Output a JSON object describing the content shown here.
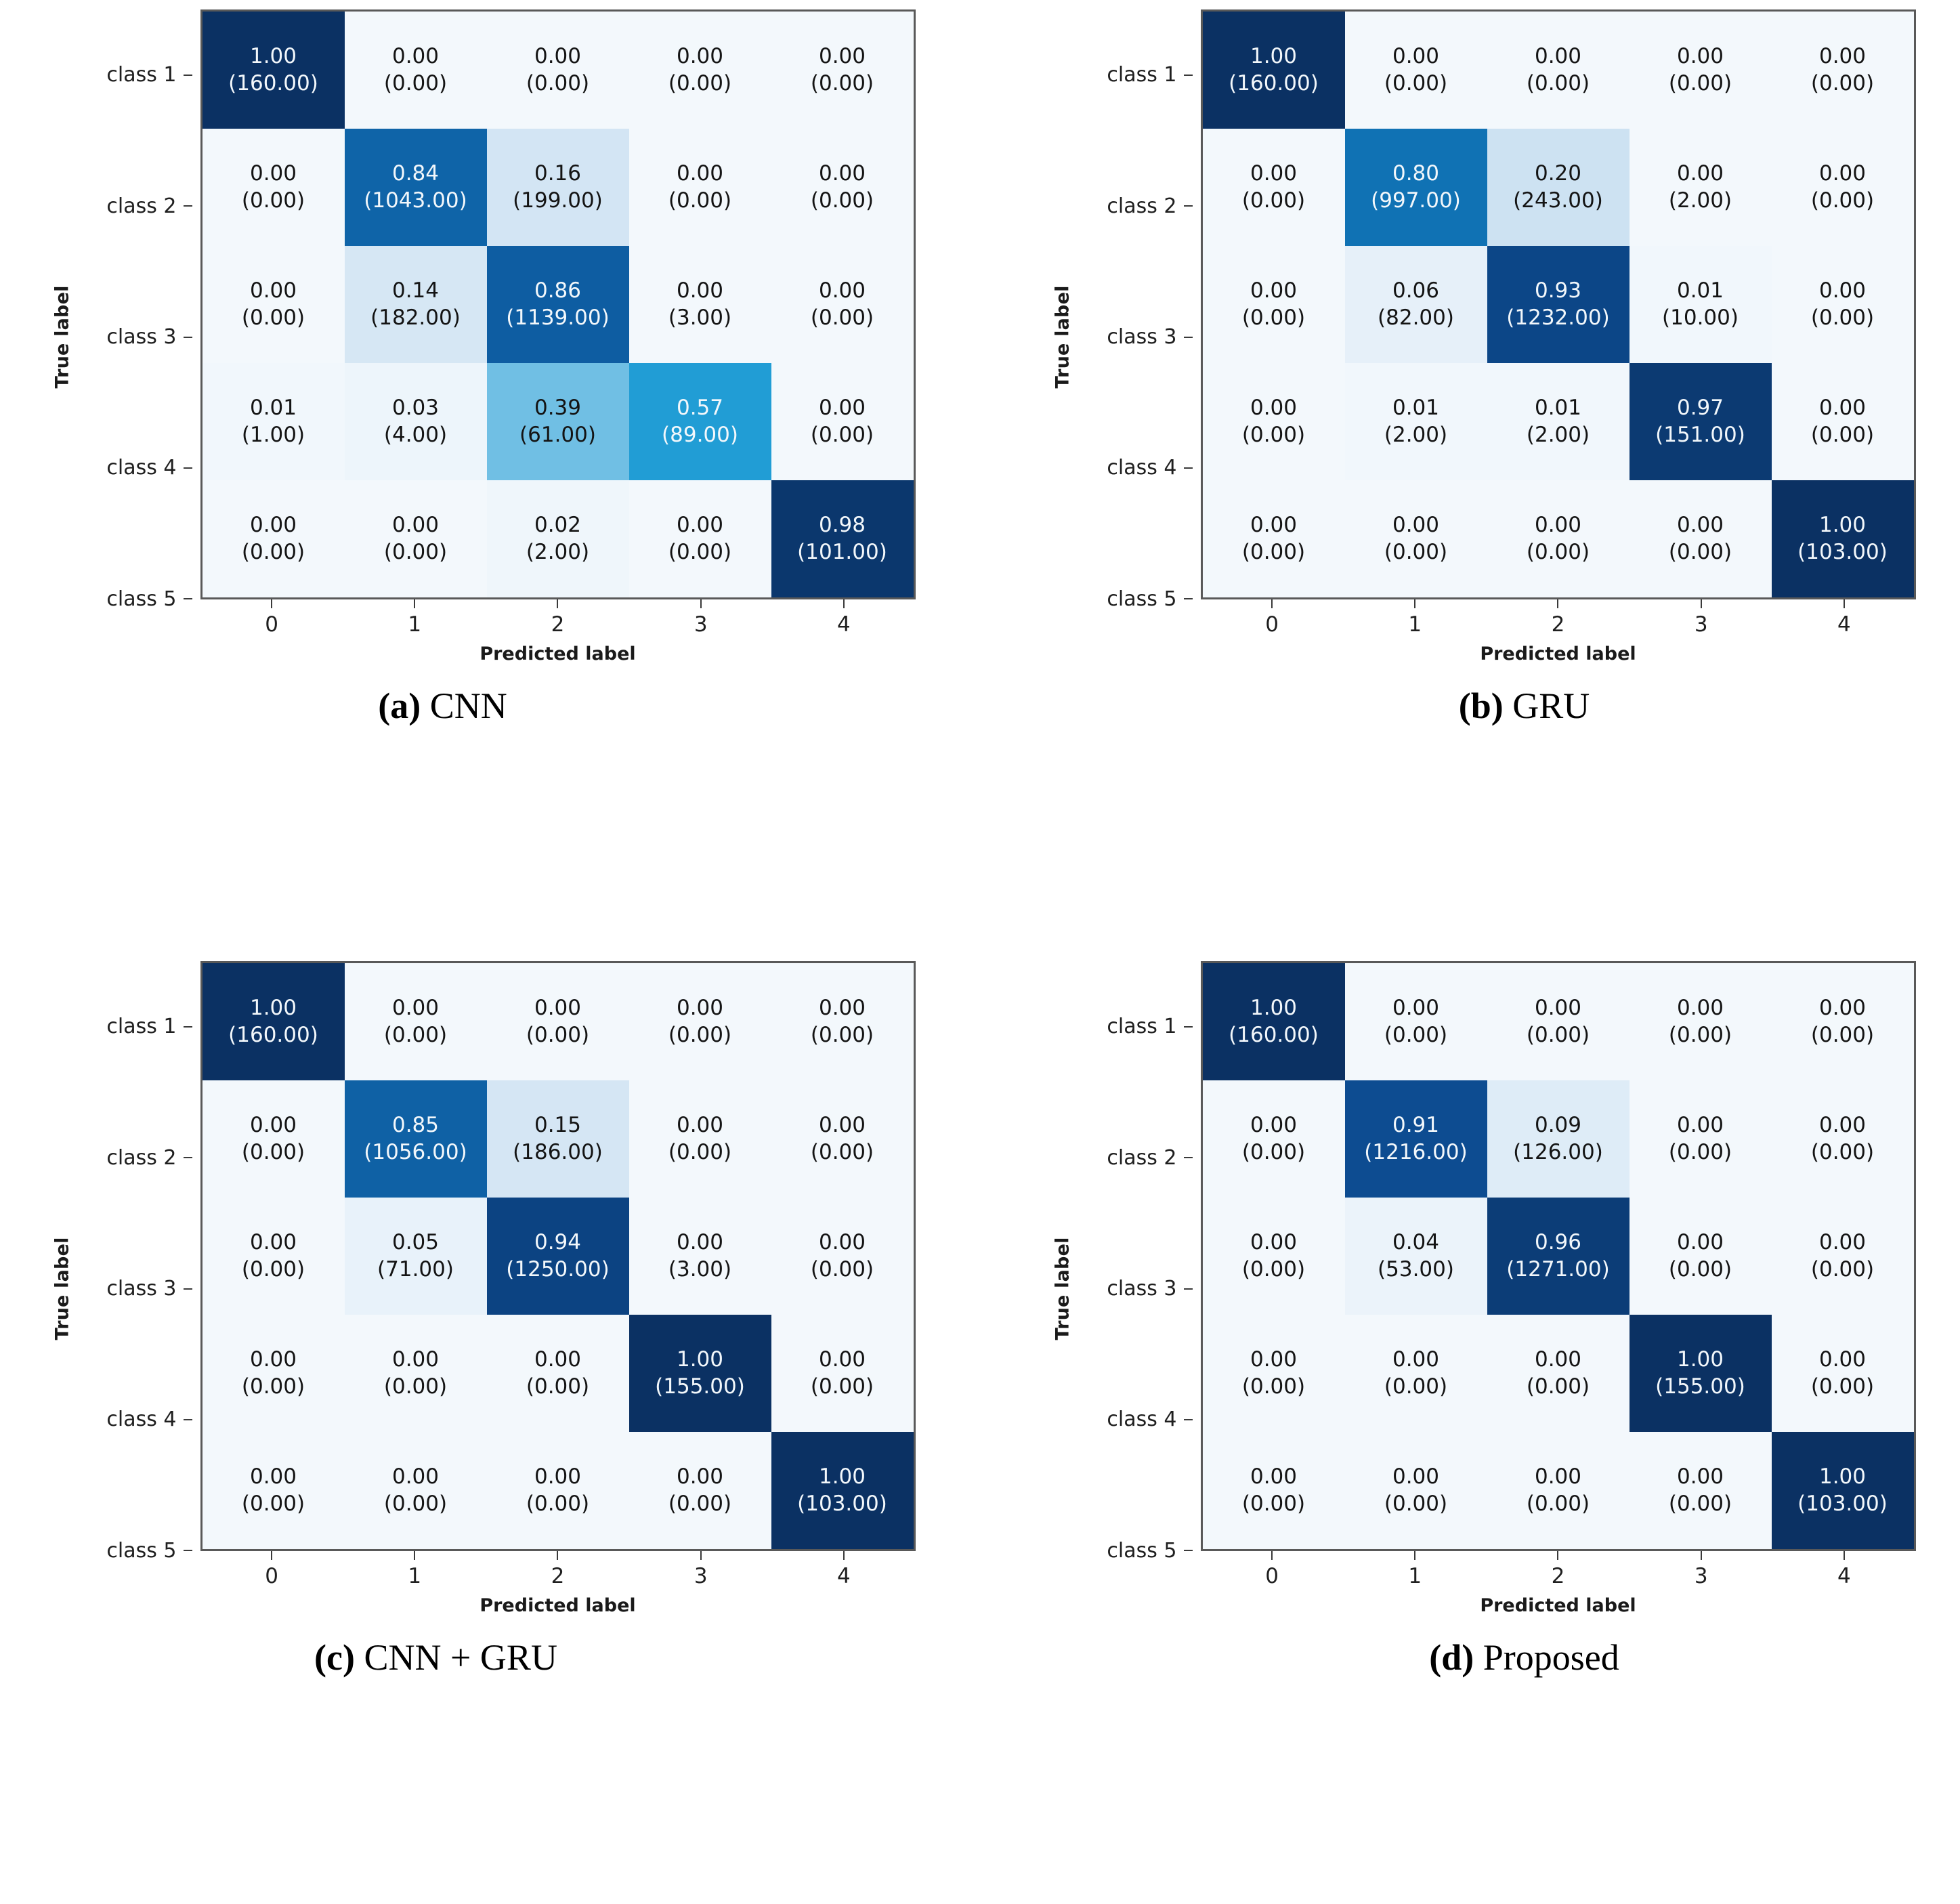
{
  "figure": {
    "row_labels": [
      "class 1",
      "class 2",
      "class 3",
      "class 4",
      "class 5"
    ],
    "col_tick_labels": [
      "0",
      "1",
      "2",
      "3",
      "4"
    ],
    "xlabel": "Predicted label",
    "ylabel": "True label",
    "colors": {
      "cmap_min": "#F3F8FC",
      "cmap_low": "#DCEAF6",
      "cmap_light": "#CDE2F2",
      "cmap_mid": "#6BBDE3",
      "cmap_cyan": "#1497D3",
      "cmap_strong": "#0B65AE",
      "cmap_dark": "#0F4A92",
      "cmap_max": "#0B3163",
      "axis": "#595959",
      "text_dark": "#141414",
      "text_light": "#F2F7FB"
    }
  },
  "chart_data": [
    {
      "type": "heatmap",
      "panel": "a",
      "caption_label": "(a)",
      "caption_text": "CNN",
      "title": "CNN",
      "xlabel": "Predicted label",
      "ylabel": "True label",
      "categories_y": [
        "class 1",
        "class 2",
        "class 3",
        "class 4",
        "class 5"
      ],
      "categories_x": [
        "0",
        "1",
        "2",
        "3",
        "4"
      ],
      "fractions": [
        [
          1.0,
          0.0,
          0.0,
          0.0,
          0.0
        ],
        [
          0.0,
          0.84,
          0.16,
          0.0,
          0.0
        ],
        [
          0.0,
          0.14,
          0.86,
          0.0,
          0.0
        ],
        [
          0.01,
          0.03,
          0.39,
          0.57,
          0.0
        ],
        [
          0.0,
          0.0,
          0.02,
          0.0,
          0.98
        ]
      ],
      "counts": [
        [
          160,
          0,
          0,
          0,
          0
        ],
        [
          0,
          1043,
          199,
          0,
          0
        ],
        [
          0,
          182,
          1139,
          3,
          0
        ],
        [
          1,
          4,
          61,
          89,
          0
        ],
        [
          0,
          0,
          2,
          0,
          101
        ]
      ],
      "cells": [
        [
          {
            "frac": "1.00",
            "cnt": "(160.00)",
            "v": 1.0
          },
          {
            "frac": "0.00",
            "cnt": "(0.00)",
            "v": 0.0
          },
          {
            "frac": "0.00",
            "cnt": "(0.00)",
            "v": 0.0
          },
          {
            "frac": "0.00",
            "cnt": "(0.00)",
            "v": 0.0
          },
          {
            "frac": "0.00",
            "cnt": "(0.00)",
            "v": 0.0
          }
        ],
        [
          {
            "frac": "0.00",
            "cnt": "(0.00)",
            "v": 0.0
          },
          {
            "frac": "0.84",
            "cnt": "(1043.00)",
            "v": 0.84
          },
          {
            "frac": "0.16",
            "cnt": "(199.00)",
            "v": 0.16
          },
          {
            "frac": "0.00",
            "cnt": "(0.00)",
            "v": 0.0
          },
          {
            "frac": "0.00",
            "cnt": "(0.00)",
            "v": 0.0
          }
        ],
        [
          {
            "frac": "0.00",
            "cnt": "(0.00)",
            "v": 0.0
          },
          {
            "frac": "0.14",
            "cnt": "(182.00)",
            "v": 0.14
          },
          {
            "frac": "0.86",
            "cnt": "(1139.00)",
            "v": 0.86
          },
          {
            "frac": "0.00",
            "cnt": "(3.00)",
            "v": 0.0
          },
          {
            "frac": "0.00",
            "cnt": "(0.00)",
            "v": 0.0
          }
        ],
        [
          {
            "frac": "0.01",
            "cnt": "(1.00)",
            "v": 0.01
          },
          {
            "frac": "0.03",
            "cnt": "(4.00)",
            "v": 0.03
          },
          {
            "frac": "0.39",
            "cnt": "(61.00)",
            "v": 0.39
          },
          {
            "frac": "0.57",
            "cnt": "(89.00)",
            "v": 0.57
          },
          {
            "frac": "0.00",
            "cnt": "(0.00)",
            "v": 0.0
          }
        ],
        [
          {
            "frac": "0.00",
            "cnt": "(0.00)",
            "v": 0.0
          },
          {
            "frac": "0.00",
            "cnt": "(0.00)",
            "v": 0.0
          },
          {
            "frac": "0.02",
            "cnt": "(2.00)",
            "v": 0.02
          },
          {
            "frac": "0.00",
            "cnt": "(0.00)",
            "v": 0.0
          },
          {
            "frac": "0.98",
            "cnt": "(101.00)",
            "v": 0.98
          }
        ]
      ]
    },
    {
      "type": "heatmap",
      "panel": "b",
      "caption_label": "(b)",
      "caption_text": "GRU",
      "title": "GRU",
      "xlabel": "Predicted label",
      "ylabel": "True label",
      "categories_y": [
        "class 1",
        "class 2",
        "class 3",
        "class 4",
        "class 5"
      ],
      "categories_x": [
        "0",
        "1",
        "2",
        "3",
        "4"
      ],
      "fractions": [
        [
          1.0,
          0.0,
          0.0,
          0.0,
          0.0
        ],
        [
          0.0,
          0.8,
          0.2,
          0.0,
          0.0
        ],
        [
          0.0,
          0.06,
          0.93,
          0.01,
          0.0
        ],
        [
          0.0,
          0.01,
          0.01,
          0.97,
          0.0
        ],
        [
          0.0,
          0.0,
          0.0,
          0.0,
          1.0
        ]
      ],
      "counts": [
        [
          160,
          0,
          0,
          0,
          0
        ],
        [
          0,
          997,
          243,
          2,
          0
        ],
        [
          0,
          82,
          1232,
          10,
          0
        ],
        [
          0,
          2,
          2,
          151,
          0
        ],
        [
          0,
          0,
          0,
          0,
          103
        ]
      ],
      "cells": [
        [
          {
            "frac": "1.00",
            "cnt": "(160.00)",
            "v": 1.0
          },
          {
            "frac": "0.00",
            "cnt": "(0.00)",
            "v": 0.0
          },
          {
            "frac": "0.00",
            "cnt": "(0.00)",
            "v": 0.0
          },
          {
            "frac": "0.00",
            "cnt": "(0.00)",
            "v": 0.0
          },
          {
            "frac": "0.00",
            "cnt": "(0.00)",
            "v": 0.0
          }
        ],
        [
          {
            "frac": "0.00",
            "cnt": "(0.00)",
            "v": 0.0
          },
          {
            "frac": "0.80",
            "cnt": "(997.00)",
            "v": 0.8
          },
          {
            "frac": "0.20",
            "cnt": "(243.00)",
            "v": 0.2
          },
          {
            "frac": "0.00",
            "cnt": "(2.00)",
            "v": 0.0
          },
          {
            "frac": "0.00",
            "cnt": "(0.00)",
            "v": 0.0
          }
        ],
        [
          {
            "frac": "0.00",
            "cnt": "(0.00)",
            "v": 0.0
          },
          {
            "frac": "0.06",
            "cnt": "(82.00)",
            "v": 0.06
          },
          {
            "frac": "0.93",
            "cnt": "(1232.00)",
            "v": 0.93
          },
          {
            "frac": "0.01",
            "cnt": "(10.00)",
            "v": 0.01
          },
          {
            "frac": "0.00",
            "cnt": "(0.00)",
            "v": 0.0
          }
        ],
        [
          {
            "frac": "0.00",
            "cnt": "(0.00)",
            "v": 0.0
          },
          {
            "frac": "0.01",
            "cnt": "(2.00)",
            "v": 0.01
          },
          {
            "frac": "0.01",
            "cnt": "(2.00)",
            "v": 0.01
          },
          {
            "frac": "0.97",
            "cnt": "(151.00)",
            "v": 0.97
          },
          {
            "frac": "0.00",
            "cnt": "(0.00)",
            "v": 0.0
          }
        ],
        [
          {
            "frac": "0.00",
            "cnt": "(0.00)",
            "v": 0.0
          },
          {
            "frac": "0.00",
            "cnt": "(0.00)",
            "v": 0.0
          },
          {
            "frac": "0.00",
            "cnt": "(0.00)",
            "v": 0.0
          },
          {
            "frac": "0.00",
            "cnt": "(0.00)",
            "v": 0.0
          },
          {
            "frac": "1.00",
            "cnt": "(103.00)",
            "v": 1.0
          }
        ]
      ]
    },
    {
      "type": "heatmap",
      "panel": "c",
      "caption_label": "(c)",
      "caption_text": "CNN + GRU",
      "title": "CNN + GRU",
      "xlabel": "Predicted label",
      "ylabel": "True label",
      "categories_y": [
        "class 1",
        "class 2",
        "class 3",
        "class 4",
        "class 5"
      ],
      "categories_x": [
        "0",
        "1",
        "2",
        "3",
        "4"
      ],
      "fractions": [
        [
          1.0,
          0.0,
          0.0,
          0.0,
          0.0
        ],
        [
          0.0,
          0.85,
          0.15,
          0.0,
          0.0
        ],
        [
          0.0,
          0.05,
          0.94,
          0.0,
          0.0
        ],
        [
          0.0,
          0.0,
          0.0,
          1.0,
          0.0
        ],
        [
          0.0,
          0.0,
          0.0,
          0.0,
          1.0
        ]
      ],
      "counts": [
        [
          160,
          0,
          0,
          0,
          0
        ],
        [
          0,
          1056,
          186,
          0,
          0
        ],
        [
          0,
          71,
          1250,
          3,
          0
        ],
        [
          0,
          0,
          0,
          155,
          0
        ],
        [
          0,
          0,
          0,
          0,
          103
        ]
      ],
      "cells": [
        [
          {
            "frac": "1.00",
            "cnt": "(160.00)",
            "v": 1.0
          },
          {
            "frac": "0.00",
            "cnt": "(0.00)",
            "v": 0.0
          },
          {
            "frac": "0.00",
            "cnt": "(0.00)",
            "v": 0.0
          },
          {
            "frac": "0.00",
            "cnt": "(0.00)",
            "v": 0.0
          },
          {
            "frac": "0.00",
            "cnt": "(0.00)",
            "v": 0.0
          }
        ],
        [
          {
            "frac": "0.00",
            "cnt": "(0.00)",
            "v": 0.0
          },
          {
            "frac": "0.85",
            "cnt": "(1056.00)",
            "v": 0.85
          },
          {
            "frac": "0.15",
            "cnt": "(186.00)",
            "v": 0.15
          },
          {
            "frac": "0.00",
            "cnt": "(0.00)",
            "v": 0.0
          },
          {
            "frac": "0.00",
            "cnt": "(0.00)",
            "v": 0.0
          }
        ],
        [
          {
            "frac": "0.00",
            "cnt": "(0.00)",
            "v": 0.0
          },
          {
            "frac": "0.05",
            "cnt": "(71.00)",
            "v": 0.05
          },
          {
            "frac": "0.94",
            "cnt": "(1250.00)",
            "v": 0.94
          },
          {
            "frac": "0.00",
            "cnt": "(3.00)",
            "v": 0.0
          },
          {
            "frac": "0.00",
            "cnt": "(0.00)",
            "v": 0.0
          }
        ],
        [
          {
            "frac": "0.00",
            "cnt": "(0.00)",
            "v": 0.0
          },
          {
            "frac": "0.00",
            "cnt": "(0.00)",
            "v": 0.0
          },
          {
            "frac": "0.00",
            "cnt": "(0.00)",
            "v": 0.0
          },
          {
            "frac": "1.00",
            "cnt": "(155.00)",
            "v": 1.0
          },
          {
            "frac": "0.00",
            "cnt": "(0.00)",
            "v": 0.0
          }
        ],
        [
          {
            "frac": "0.00",
            "cnt": "(0.00)",
            "v": 0.0
          },
          {
            "frac": "0.00",
            "cnt": "(0.00)",
            "v": 0.0
          },
          {
            "frac": "0.00",
            "cnt": "(0.00)",
            "v": 0.0
          },
          {
            "frac": "0.00",
            "cnt": "(0.00)",
            "v": 0.0
          },
          {
            "frac": "1.00",
            "cnt": "(103.00)",
            "v": 1.0
          }
        ]
      ]
    },
    {
      "type": "heatmap",
      "panel": "d",
      "caption_label": "(d)",
      "caption_text": "Proposed",
      "title": "Proposed",
      "xlabel": "Predicted label",
      "ylabel": "True label",
      "categories_y": [
        "class 1",
        "class 2",
        "class 3",
        "class 4",
        "class 5"
      ],
      "categories_x": [
        "0",
        "1",
        "2",
        "3",
        "4"
      ],
      "fractions": [
        [
          1.0,
          0.0,
          0.0,
          0.0,
          0.0
        ],
        [
          0.0,
          0.91,
          0.09,
          0.0,
          0.0
        ],
        [
          0.0,
          0.04,
          0.96,
          0.0,
          0.0
        ],
        [
          0.0,
          0.0,
          0.0,
          1.0,
          0.0
        ],
        [
          0.0,
          0.0,
          0.0,
          0.0,
          1.0
        ]
      ],
      "counts": [
        [
          160,
          0,
          0,
          0,
          0
        ],
        [
          0,
          1216,
          126,
          0,
          0
        ],
        [
          0,
          53,
          1271,
          0,
          0
        ],
        [
          0,
          0,
          0,
          155,
          0
        ],
        [
          0,
          0,
          0,
          0,
          103
        ]
      ],
      "cells": [
        [
          {
            "frac": "1.00",
            "cnt": "(160.00)",
            "v": 1.0
          },
          {
            "frac": "0.00",
            "cnt": "(0.00)",
            "v": 0.0
          },
          {
            "frac": "0.00",
            "cnt": "(0.00)",
            "v": 0.0
          },
          {
            "frac": "0.00",
            "cnt": "(0.00)",
            "v": 0.0
          },
          {
            "frac": "0.00",
            "cnt": "(0.00)",
            "v": 0.0
          }
        ],
        [
          {
            "frac": "0.00",
            "cnt": "(0.00)",
            "v": 0.0
          },
          {
            "frac": "0.91",
            "cnt": "(1216.00)",
            "v": 0.91
          },
          {
            "frac": "0.09",
            "cnt": "(126.00)",
            "v": 0.09
          },
          {
            "frac": "0.00",
            "cnt": "(0.00)",
            "v": 0.0
          },
          {
            "frac": "0.00",
            "cnt": "(0.00)",
            "v": 0.0
          }
        ],
        [
          {
            "frac": "0.00",
            "cnt": "(0.00)",
            "v": 0.0
          },
          {
            "frac": "0.04",
            "cnt": "(53.00)",
            "v": 0.04
          },
          {
            "frac": "0.96",
            "cnt": "(1271.00)",
            "v": 0.96
          },
          {
            "frac": "0.00",
            "cnt": "(0.00)",
            "v": 0.0
          },
          {
            "frac": "0.00",
            "cnt": "(0.00)",
            "v": 0.0
          }
        ],
        [
          {
            "frac": "0.00",
            "cnt": "(0.00)",
            "v": 0.0
          },
          {
            "frac": "0.00",
            "cnt": "(0.00)",
            "v": 0.0
          },
          {
            "frac": "0.00",
            "cnt": "(0.00)",
            "v": 0.0
          },
          {
            "frac": "1.00",
            "cnt": "(155.00)",
            "v": 1.0
          },
          {
            "frac": "0.00",
            "cnt": "(0.00)",
            "v": 0.0
          }
        ],
        [
          {
            "frac": "0.00",
            "cnt": "(0.00)",
            "v": 0.0
          },
          {
            "frac": "0.00",
            "cnt": "(0.00)",
            "v": 0.0
          },
          {
            "frac": "0.00",
            "cnt": "(0.00)",
            "v": 0.0
          },
          {
            "frac": "0.00",
            "cnt": "(0.00)",
            "v": 0.0
          },
          {
            "frac": "1.00",
            "cnt": "(103.00)",
            "v": 1.0
          }
        ]
      ]
    }
  ]
}
